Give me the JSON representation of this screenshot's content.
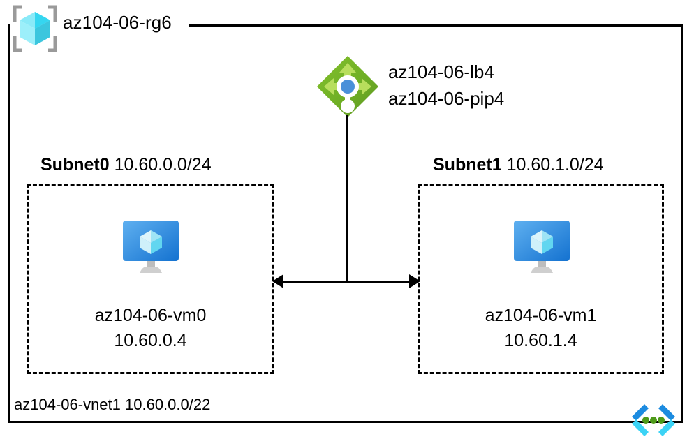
{
  "diagram": {
    "resource_group": {
      "icon": "resource-group-cube-icon",
      "label": "az104-06-rg6"
    },
    "vnet": {
      "icon": "virtual-network-icon",
      "label": "az104-06-vnet1 10.60.0.0/22"
    },
    "load_balancer": {
      "icon": "load-balancer-icon",
      "lb_name": "az104-06-lb4",
      "pip_name": "az104-06-pip4"
    },
    "subnets": [
      {
        "name": "Subnet0",
        "cidr": "10.60.0.0/24",
        "vm": {
          "icon": "virtual-machine-icon",
          "name": "az104-06-vm0",
          "ip": "10.60.0.4"
        }
      },
      {
        "name": "Subnet1",
        "cidr": "10.60.1.0/24",
        "vm": {
          "icon": "virtual-machine-icon",
          "name": "az104-06-vm1",
          "ip": "10.60.1.4"
        }
      }
    ],
    "connectors": [
      {
        "name": "lb-to-subnets-stem",
        "style": "solid-line"
      },
      {
        "name": "subnet0-to-subnet1",
        "style": "double-headed-arrow"
      }
    ],
    "colors": {
      "line": "#000000",
      "lb_green_dark": "#5E9624",
      "lb_green": "#7AB929",
      "lb_arrow_green": "#B8DE5C",
      "lb_center_blue": "#4A90D9",
      "vm_screen_top": "#54A7EE",
      "vm_screen_bottom": "#1A78D4",
      "vm_cube": "#BDE9F7",
      "rg_cube": "#3ED7F2",
      "rg_bracket": "#9A9A9A",
      "vnet_chevron_dark": "#1C8BE0",
      "vnet_chevron_light": "#3CD3F5",
      "vnet_dot": "#4E9A19"
    }
  }
}
